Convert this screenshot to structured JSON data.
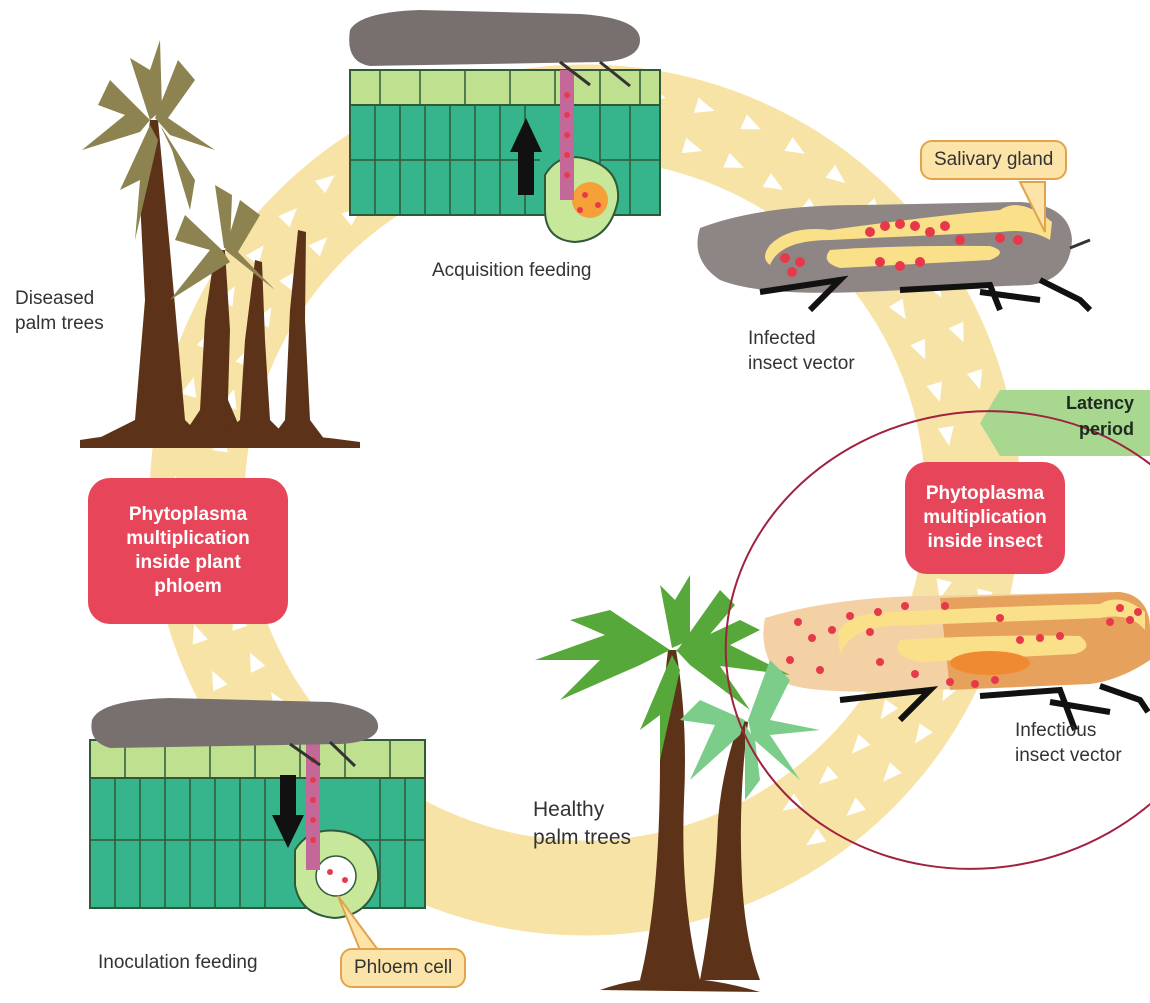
{
  "labels": {
    "diseased_palm_trees": [
      "Diseased",
      "palm trees"
    ],
    "acquisition_feeding": "Acquisition feeding",
    "salivary_gland": "Salivary gland",
    "infected_insect_vector": [
      "Infected",
      "insect vector"
    ],
    "latency_period": [
      "Latency",
      "period"
    ],
    "infectious_insect_vector": [
      "Infectious",
      "insect vector"
    ],
    "healthy_palm_trees": [
      "Healthy",
      "palm trees"
    ],
    "inoculation_feeding": "Inoculation feeding",
    "phloem_cell": "Phloem cell"
  },
  "stages": {
    "plant_multiplication": [
      "Phytoplasma",
      "multiplication",
      "inside plant",
      "phloem"
    ],
    "insect_multiplication": [
      "Phytoplasma",
      "multiplication",
      "inside insect"
    ]
  },
  "colors": {
    "cycle_ring": "#f7e3a5",
    "stage_pill": "#e6455a",
    "leaf_tissue": "#36b58c",
    "leaf_upper": "#bfe08f",
    "phytoplasma_dot": "#e8394a",
    "insect_body": "#8d8684",
    "gland": "#fbe08a",
    "diseased_frond": "#8d8350",
    "healthy_frond": "#56a83a",
    "trunk": "#5c3318",
    "latency_arrow": "#a8d890",
    "highlight_ellipse": "#a0223f"
  }
}
